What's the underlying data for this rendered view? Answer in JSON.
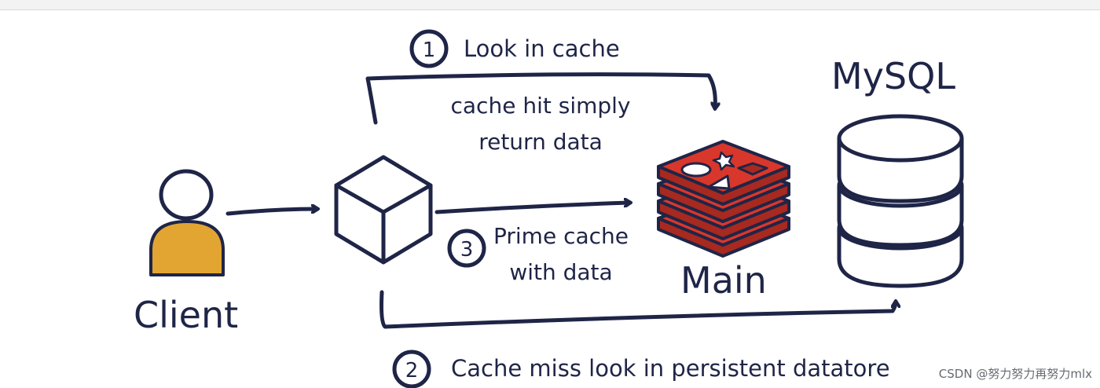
{
  "header": {
    "text": ""
  },
  "steps": {
    "step1": {
      "number": "1",
      "label": "Look in cache"
    },
    "step2": {
      "number": "2",
      "label": "Cache miss look in persistent datatore"
    },
    "step3": {
      "number": "3",
      "label_line1": "Prime cache",
      "label_line2": "with data"
    }
  },
  "notes": {
    "cache_hit_line1": "cache hit simply",
    "cache_hit_line2": "return data"
  },
  "nodes": {
    "client_label": "Client",
    "cache_label": "Main",
    "database_label": "MySQL"
  },
  "icons": {
    "client": "user-icon",
    "app": "cube-icon",
    "cache": "redis-icon",
    "database": "database-icon"
  },
  "colors": {
    "ink": "#1f2547",
    "client_body": "#e3a531",
    "redis_red": "#d9372b",
    "redis_dark": "#a8291f"
  },
  "watermark": "CSDN @努力努力再努力mlx"
}
